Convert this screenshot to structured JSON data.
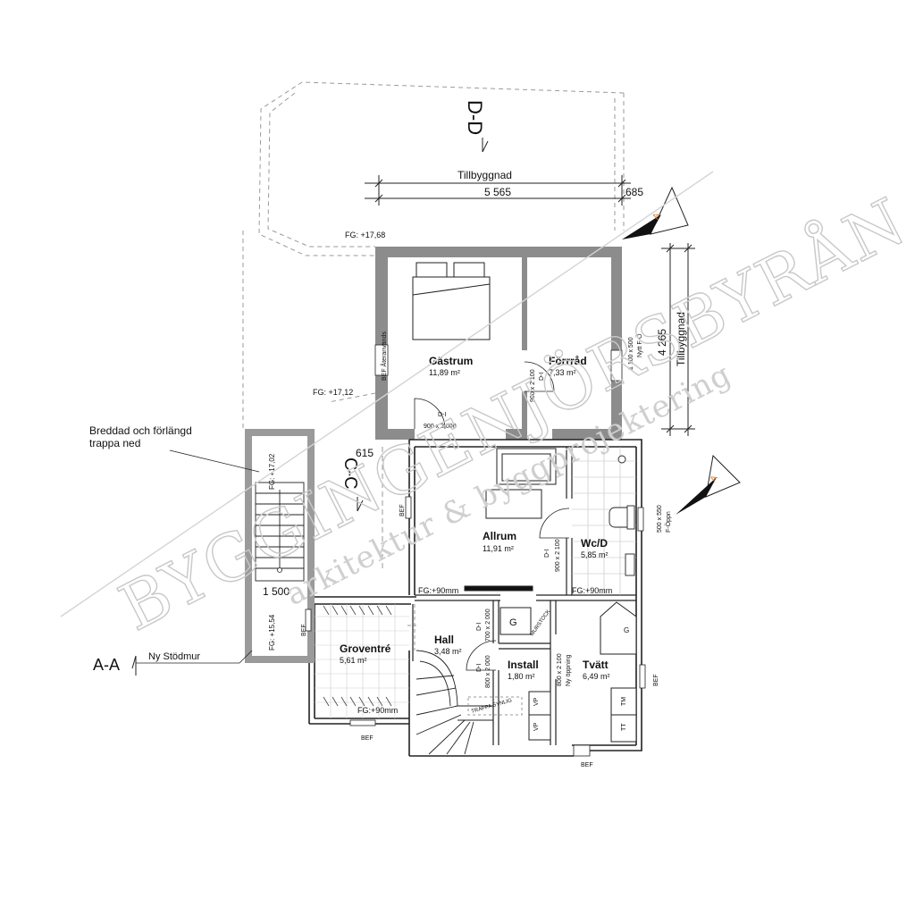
{
  "colors": {
    "wall": "#8c8c8c",
    "line": "#222222",
    "dash": "#9a9a9a",
    "marker": "#e07b2a",
    "watermark": "#cccccc"
  },
  "sections": {
    "dd": "D-D",
    "cc": "C-C",
    "aa": "A-A",
    "marker_a": "A"
  },
  "dimensions": {
    "tillbyggnad_top": "Tillbyggnad",
    "width_main": "5 565",
    "width_side": "685",
    "height_main": "4 265",
    "tillbyggnad_side": "Tillbyggnad",
    "d615": "615",
    "d1500": "1 500"
  },
  "levels": {
    "fg_1768": "FG: +17,68",
    "fg_1712": "FG: +17,12",
    "fg_1702": "FG: +17,02",
    "fg_1554": "FG: +15,54",
    "fg90_allrum": "FG:+90mm",
    "fg90_wc": "FG:+90mm",
    "fg90_grov": "FG:+90mm"
  },
  "notes": {
    "stair_line1": "Breddad och förlängd",
    "stair_line2": "trappa ned",
    "stodmur": "Ny Stödmur",
    "bef_ateranvands": "BEF Återanvänds",
    "nytt_fo": "Nytt F-Ö",
    "window_1100": "1 100 x 500",
    "window_500": "500 x 550",
    "f_oppn": "F-Öppn",
    "trappsynlig": "TRAPPA SYNLIG",
    "murstock": "MURSTOCK",
    "ny_oppning": "Ny öppning"
  },
  "rooms": [
    {
      "id": "gastrum",
      "name": "Gästrum",
      "area": "11,89 m²"
    },
    {
      "id": "forrad",
      "name": "Förrråd",
      "area": "7,33 m²"
    },
    {
      "id": "allrum",
      "name": "Allrum",
      "area": "11,91 m²"
    },
    {
      "id": "wcd",
      "name": "Wc/D",
      "area": "5,85 m²"
    },
    {
      "id": "groventre",
      "name": "Groventré",
      "area": "5,61 m²"
    },
    {
      "id": "hall",
      "name": "Hall",
      "area": "3,48 m²"
    },
    {
      "id": "install",
      "name": "Install",
      "area": "1,80 m²"
    },
    {
      "id": "tvatt",
      "name": "Tvätt",
      "area": "6,49 m²"
    }
  ],
  "doors": {
    "di": "D-I",
    "d900x2000": "900 x 2 000",
    "d900x2100": "900 x 2 100",
    "d700x2000": "700 x 2 000",
    "d800x2000": "800 x 2 000",
    "d800x2100": "800 x 2 100"
  },
  "labels": {
    "bef": "BEF",
    "g": "G",
    "vp": "VP",
    "tm": "TM",
    "tt": "TT"
  },
  "watermark": {
    "line1": "BYGGINGENJÖRSBYRÅN",
    "line2": "arkitektur & byggprojektering"
  }
}
